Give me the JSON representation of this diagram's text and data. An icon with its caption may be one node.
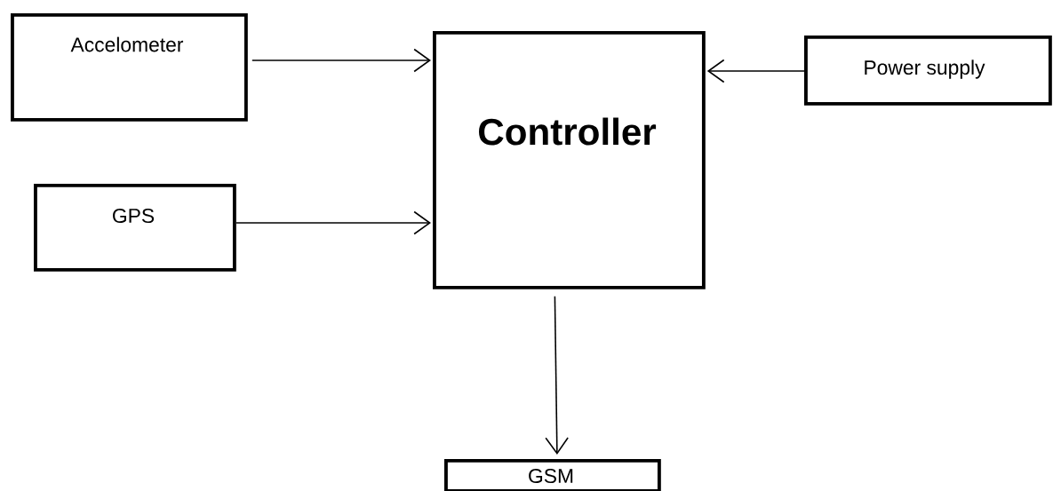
{
  "diagram": {
    "nodes": [
      {
        "text": [
          "Accelometer"
        ]
      },
      {
        "text": [
          "Controller"
        ]
      },
      {
        "text": [
          "Power supply"
        ]
      },
      {
        "text": [
          "GPS"
        ]
      },
      {
        "text": [
          "GSM"
        ]
      }
    ],
    "edges": [
      {
        "from": 0,
        "to": 1,
        "arrow": "to"
      },
      {
        "from": 3,
        "to": 1,
        "arrow": "to"
      },
      {
        "from": 2,
        "to": 1,
        "arrow": "to"
      },
      {
        "from": 1,
        "to": 4,
        "arrow": "to"
      }
    ]
  }
}
